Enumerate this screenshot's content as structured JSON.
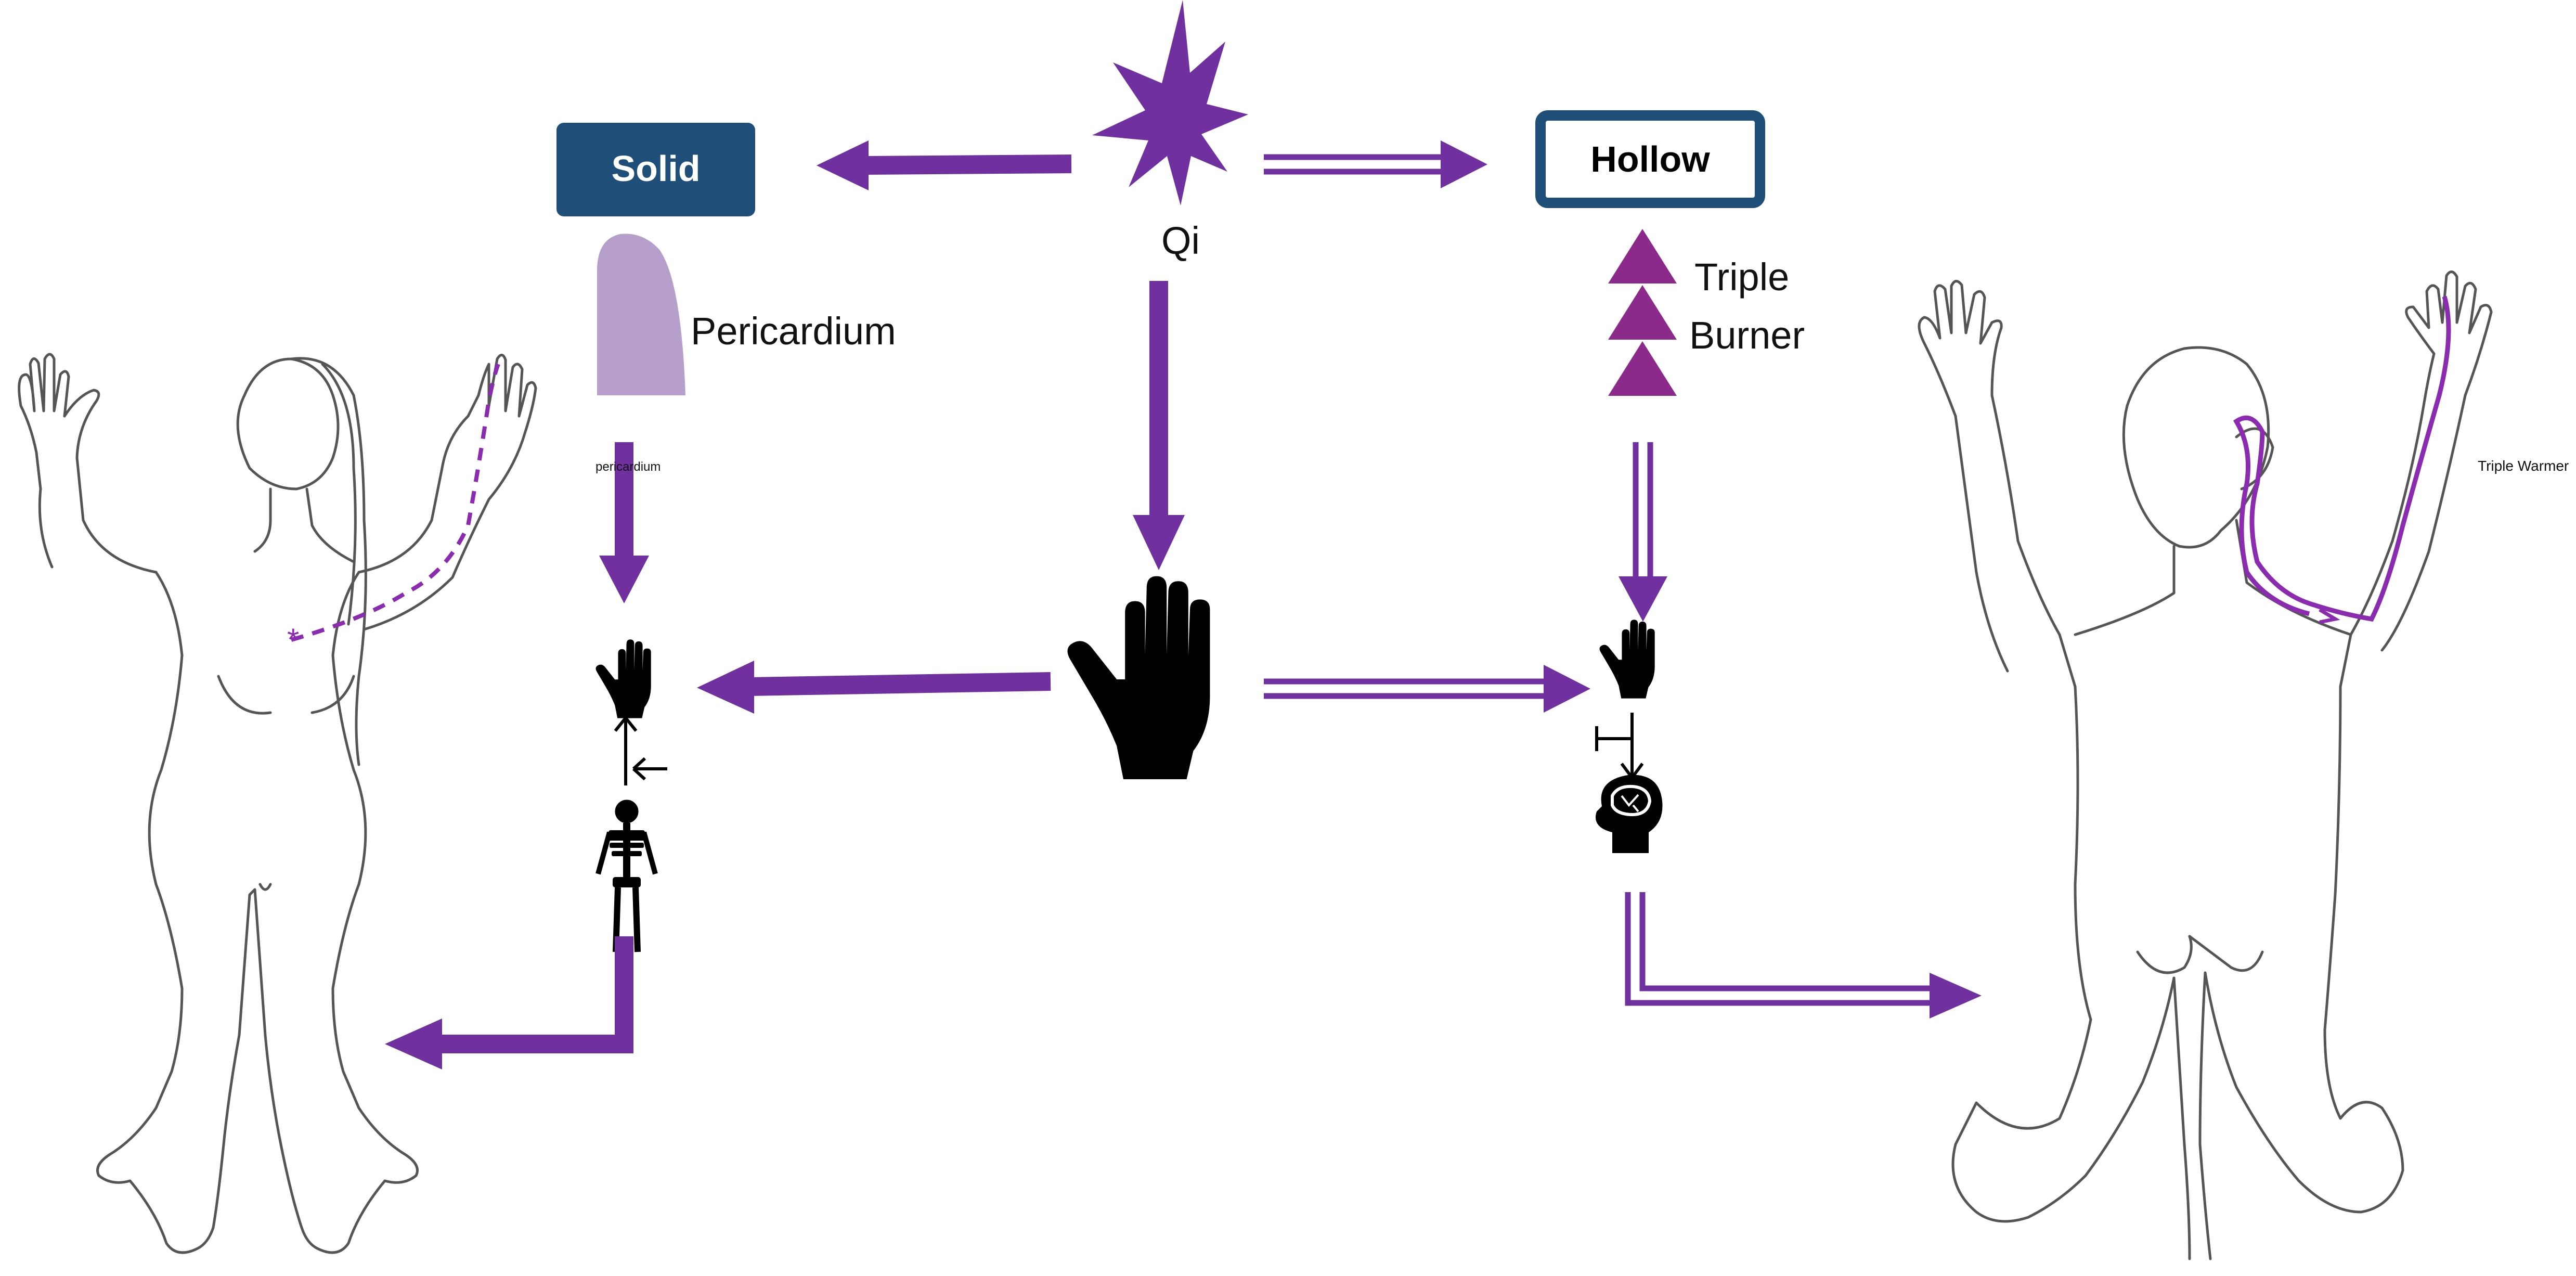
{
  "colors": {
    "purple": "#7030a0",
    "solid_box": "#1f4e79",
    "pericardium_fill": "#b79fcb",
    "triangle": "#8c2a8c",
    "body_line": "#555555",
    "meridian": "#8a2bb0"
  },
  "labels": {
    "qi": "Qi",
    "solid": "Solid",
    "hollow": "Hollow",
    "pericardium": "Pericardium",
    "triple_burner_line1": "Triple",
    "triple_burner_line2": "Burner",
    "figure_left_caption": "pericardium",
    "figure_right_caption": "Triple Warmer"
  },
  "icons": {
    "qi": "starburst-icon",
    "hand_center": "hand-icon",
    "hand_left": "hand-icon",
    "hand_right": "hand-icon",
    "skeleton": "skeleton-icon",
    "brain": "head-brain-icon",
    "pericardium": "pericardium-shape-icon",
    "triple_burner": "triangle-stack-icon"
  }
}
